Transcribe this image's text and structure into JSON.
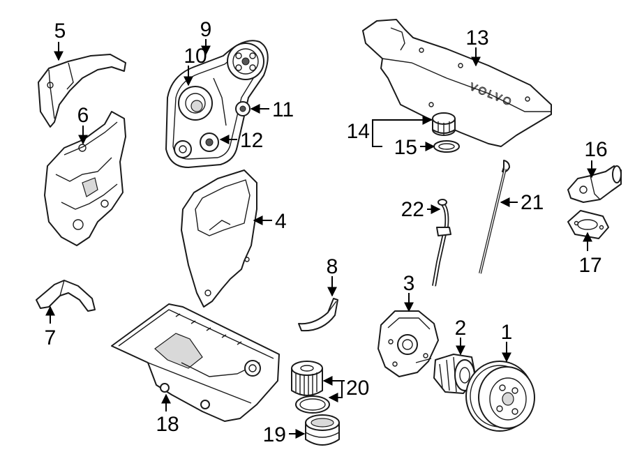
{
  "diagram": {
    "callouts": [
      {
        "id": "1",
        "label": "1"
      },
      {
        "id": "2",
        "label": "2"
      },
      {
        "id": "3",
        "label": "3"
      },
      {
        "id": "4",
        "label": "4"
      },
      {
        "id": "5",
        "label": "5"
      },
      {
        "id": "6",
        "label": "6"
      },
      {
        "id": "7",
        "label": "7"
      },
      {
        "id": "8",
        "label": "8"
      },
      {
        "id": "9",
        "label": "9"
      },
      {
        "id": "10",
        "label": "10"
      },
      {
        "id": "11",
        "label": "11"
      },
      {
        "id": "12",
        "label": "12"
      },
      {
        "id": "13",
        "label": "13"
      },
      {
        "id": "14",
        "label": "14"
      },
      {
        "id": "15",
        "label": "15"
      },
      {
        "id": "16",
        "label": "16"
      },
      {
        "id": "17",
        "label": "17"
      },
      {
        "id": "18",
        "label": "18"
      },
      {
        "id": "19",
        "label": "19"
      },
      {
        "id": "20",
        "label": "20"
      },
      {
        "id": "21",
        "label": "21"
      },
      {
        "id": "22",
        "label": "22"
      }
    ],
    "engine_cover_text": "VOLVO"
  },
  "colors": {
    "line": "#1a1a1a",
    "background": "#ffffff",
    "shade": "#d9d9d9"
  }
}
